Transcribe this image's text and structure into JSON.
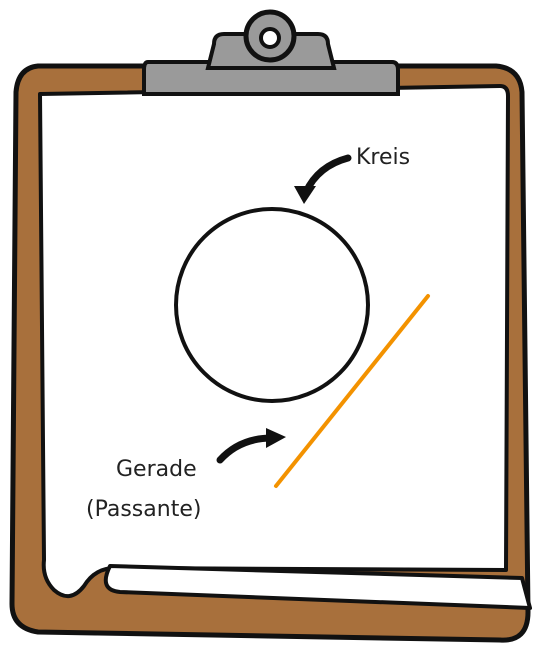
{
  "labels": {
    "circle": "Kreis",
    "line_word": "Gerade",
    "line_type": "(Passante)"
  },
  "colors": {
    "board": "#a8703c",
    "board_outline": "#111111",
    "paper": "#ffffff",
    "clip": "#9a9a9a",
    "circle_stroke": "#111111",
    "line": "#f39200",
    "arrow": "#111111"
  },
  "icons": {
    "clip": "clipboard-clip-icon"
  }
}
